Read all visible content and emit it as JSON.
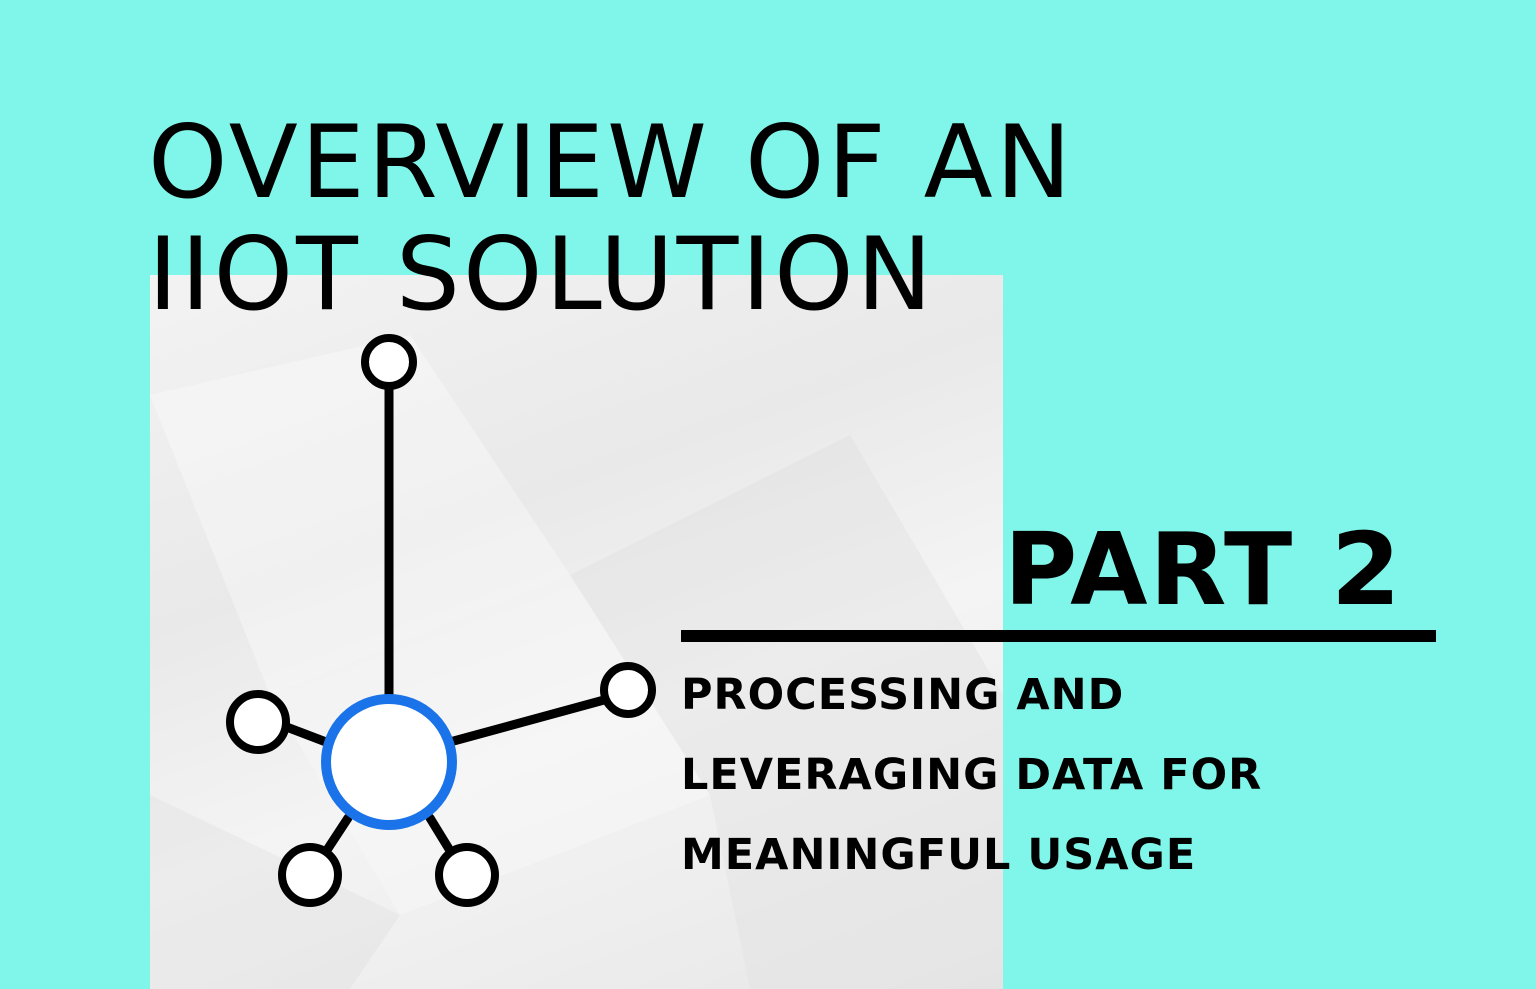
{
  "colors": {
    "background": "#80f5ea",
    "panel": "#efefef",
    "text": "#000000",
    "hub_ring": "#1a73e8"
  },
  "title": {
    "line1": "OVERVIEW OF AN",
    "line2": "IIOT SOLUTION"
  },
  "part_label": "PART 2",
  "subtitle": {
    "line1": "PROCESSING AND",
    "line2": "LEVERAGING DATA FOR",
    "line3": "MEANINGFUL USAGE"
  },
  "illustration": {
    "icon": "network-hub-icon"
  }
}
